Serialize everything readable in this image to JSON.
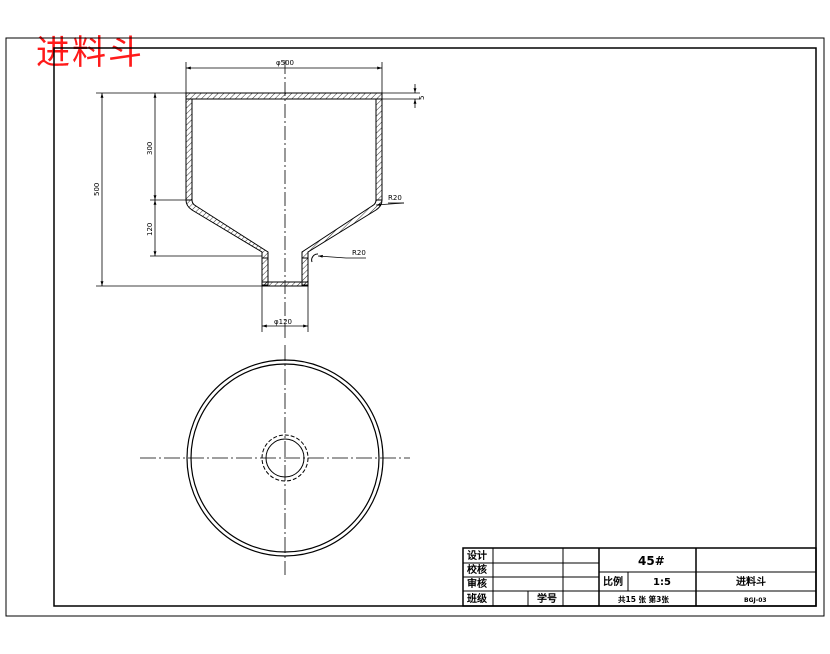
{
  "title": "进料斗",
  "colors": {
    "title_red": "#ff1a1a",
    "line": "#000000",
    "background": "#ffffff"
  },
  "dimensions": {
    "top_diameter": "φ500",
    "wall_thickness": "5",
    "overall_height": "500",
    "upper_height": "300",
    "cone_height": "120",
    "bend_radius_upper": "R20",
    "bend_radius_lower": "R20",
    "outlet_diameter": "φ120"
  },
  "title_block": {
    "design": "设计",
    "proofread": "校核",
    "review": "审核",
    "class": "班级",
    "student_no": "学号",
    "material": "45#",
    "scale_label": "比例",
    "scale_value": "1:5",
    "part_name": "进料斗",
    "sheets": "共15 张    第3张",
    "drawing_no": "BGJ-03"
  }
}
